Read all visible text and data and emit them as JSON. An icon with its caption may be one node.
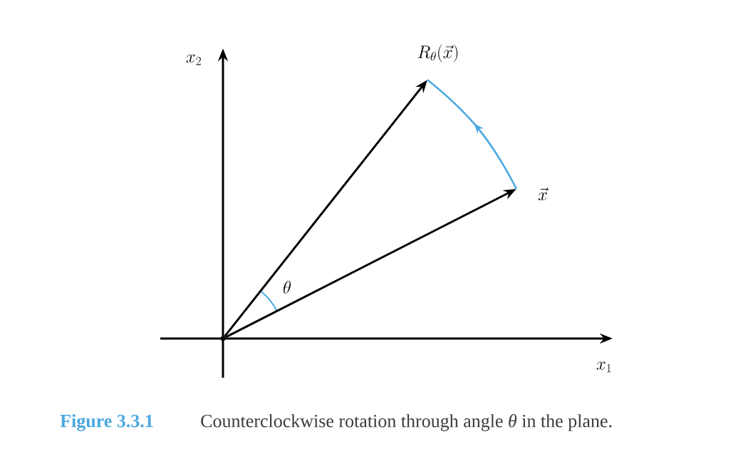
{
  "diagram": {
    "caption": "Counterclockwise rotation through angle *θ* in the plane.",
    "nodes": [
      {
        "text": [],
        "shape": "point"
      },
      {
        "text": [
          "\\vec{x}"
        ]
      },
      {
        "text": [
          "R_\\theta(\\vec{x})"
        ]
      }
    ],
    "edges": [
      {
        "from": 0,
        "to": 1,
        "arrow": "to"
      },
      {
        "from": 0,
        "to": 2,
        "arrow": "to"
      },
      {
        "from": 1,
        "to": 2,
        "arrow": "to",
        "color": "#4aa8e0"
      }
    ],
    "labels": [
      "x_2",
      "x_1",
      "\\theta",
      "Figure 3.3.1"
    ]
  }
}
